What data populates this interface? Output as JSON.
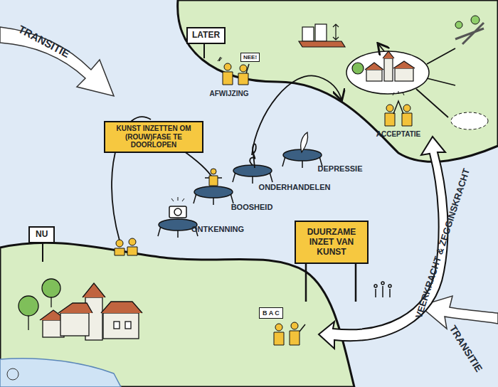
{
  "diagram": {
    "nodes": [
      {
        "text": [
          "LATER"
        ]
      },
      {
        "text": [
          "NEE!"
        ]
      },
      {
        "text": [
          "KUNST INZETTEN OM (ROUW)FASE TE DOORLOPEN"
        ]
      },
      {
        "text": [
          "NU"
        ]
      },
      {
        "text": [
          "DUURZAME INZET VAN KUNST"
        ]
      },
      {
        "text": [
          "B A C"
        ]
      }
    ],
    "labels": [
      "TRANSITIE",
      "TRANSITIE",
      "AFWIJZING",
      "ACCEPTATIE",
      "ONTKENNING",
      "BOOSHEID",
      "ONDERHANDELEN",
      "DEPRESSIE",
      "VEERKRACHT & ZEGGINSKRACHT"
    ]
  }
}
